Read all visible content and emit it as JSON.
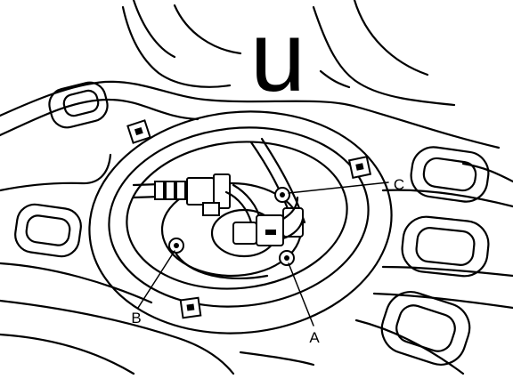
{
  "figure": {
    "direction_glyph": "u",
    "callouts": {
      "a": "A",
      "b": "B",
      "c": "C"
    }
  }
}
